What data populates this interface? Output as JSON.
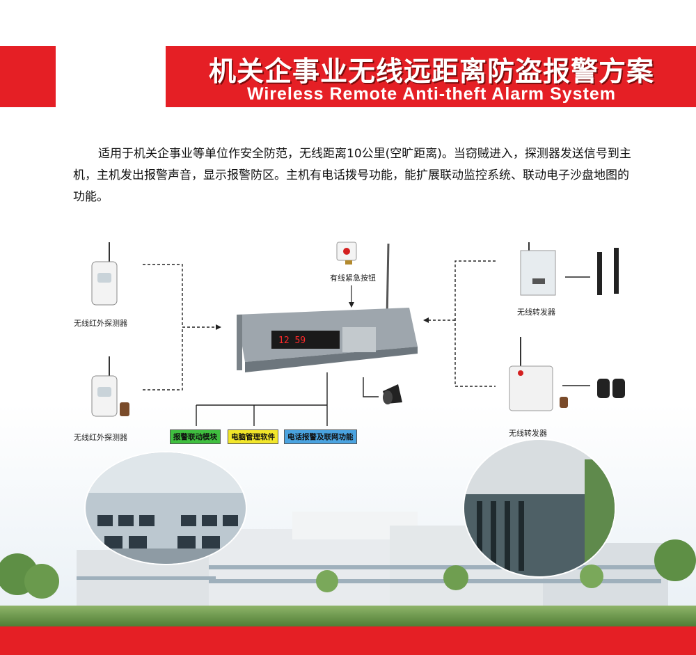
{
  "header": {
    "title_cn": "机关企事业无线远距离防盗报警方案",
    "title_en": "Wireless Remote Anti-theft Alarm System",
    "colors": {
      "banner": "#e51f25",
      "text": "#ffffff"
    }
  },
  "intro": {
    "text": "适用于机关企事业等单位作安全防范，无线距离10公里(空旷距离)。当窃贼进入，探测器发送信号到主机，主机发出报警声音，显示报警防区。主机有电话拨号功能，能扩展联动监控系统、联动电子沙盘地图的功能。"
  },
  "diagram": {
    "left_top_label": "无线红外探测器",
    "left_bottom_label": "无线红外探测器",
    "emergency_button_label": "有线紧急按钮",
    "right_top_label": "无线转发器",
    "right_bottom_label": "无线转发器",
    "host_display": "12 59",
    "tags": [
      {
        "label": "报警联动模块",
        "color": "#3fbf3f"
      },
      {
        "label": "电脑管理软件",
        "color": "#f2e62a"
      },
      {
        "label": "电话报警及联网功能",
        "color": "#4aa3e0"
      }
    ]
  },
  "footer": {
    "bar_color": "#e51f25"
  }
}
